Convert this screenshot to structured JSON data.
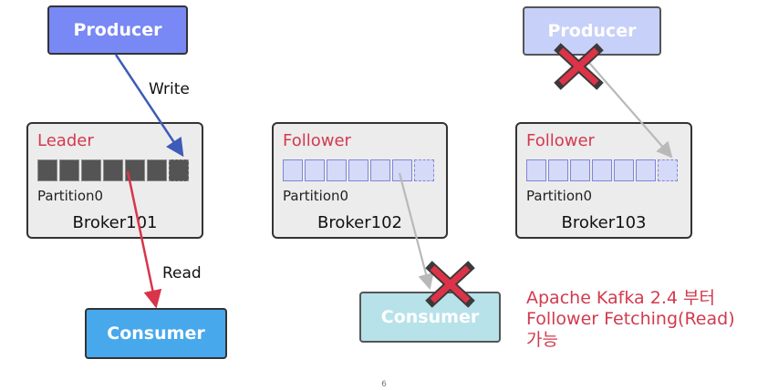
{
  "producer_left": {
    "label": "Producer",
    "color": "#7888f4"
  },
  "producer_right": {
    "label": "Producer",
    "color": "#c7d0f9"
  },
  "consumer_left": {
    "label": "Consumer",
    "color": "#48a8ec"
  },
  "consumer_right": {
    "label": "Consumer",
    "color": "#b7e2e9"
  },
  "arrows": {
    "write": "Write",
    "read": "Read"
  },
  "brokers": [
    {
      "role": "Leader",
      "partition": "Partition0",
      "name": "Broker101"
    },
    {
      "role": "Follower",
      "partition": "Partition0",
      "name": "Broker102"
    },
    {
      "role": "Follower",
      "partition": "Partition0",
      "name": "Broker103"
    }
  ],
  "note": {
    "line1": "Apache Kafka 2.4 부터",
    "line2": "Follower Fetching(Read)",
    "line3": "가능"
  },
  "page_number": "6"
}
